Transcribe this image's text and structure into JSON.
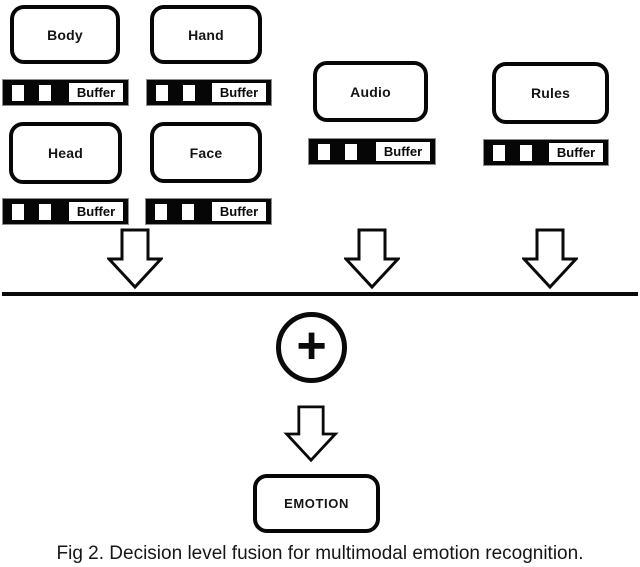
{
  "caption": "Fig 2. Decision level fusion for multimodal emotion recognition.",
  "diagram": {
    "nodes": [
      {
        "id": "body",
        "label": "Body"
      },
      {
        "id": "hand",
        "label": "Hand"
      },
      {
        "id": "head",
        "label": "Head"
      },
      {
        "id": "face",
        "label": "Face"
      },
      {
        "id": "audio",
        "label": "Audio"
      },
      {
        "id": "rules",
        "label": "Rules"
      }
    ],
    "buffer_label": "Buffer",
    "fusion_operator": "+",
    "output_label": "EMOTION"
  },
  "colors": {
    "ink": "#0a0a0a",
    "paper": "#ffffff"
  }
}
